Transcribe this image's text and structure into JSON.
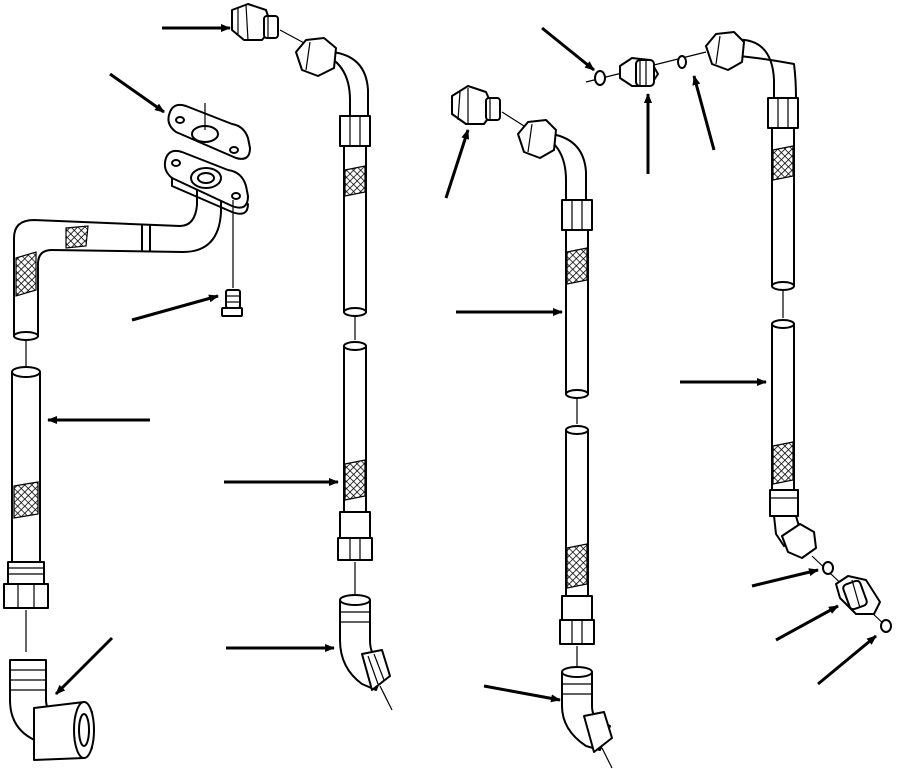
{
  "diagram": {
    "style": "exploded-parts-illustration",
    "colors": {
      "ink": "#000000",
      "paper": "#ffffff"
    },
    "assemblies": [
      {
        "id": "hose-group-1",
        "parts": [
          "elbow-pipe",
          "flange-gasket",
          "split-flange",
          "capscrew",
          "straight-hose",
          "hose-nut",
          "elbow-adapter"
        ]
      },
      {
        "id": "hose-group-2",
        "parts": [
          "connector",
          "elbow-hose",
          "hose-lower-nut",
          "elbow-nipple"
        ]
      },
      {
        "id": "hose-group-3",
        "parts": [
          "connector",
          "elbow-hose",
          "hose-lower-nut",
          "elbow-nipple"
        ]
      },
      {
        "id": "hose-group-4",
        "parts": [
          "o-ring",
          "connector",
          "o-ring",
          "elbow-hose",
          "o-ring",
          "connector",
          "o-ring"
        ]
      }
    ],
    "callout_arrow_count": 19
  }
}
